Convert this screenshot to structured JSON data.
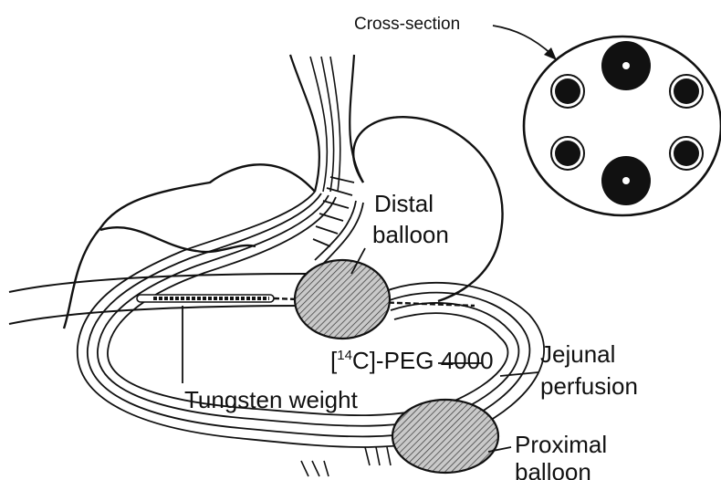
{
  "labels": {
    "cross_section": "Cross-section",
    "distal_line1": "Distal",
    "distal_line2": "balloon",
    "peg_bracket_open": "[",
    "peg_superscript": "14",
    "peg_rest": "C]-PEG 4000",
    "jejunal_line1": "Jejunal",
    "jejunal_line2": "perfusion",
    "tungsten": "Tungsten weight",
    "proximal_line1": "Proximal",
    "proximal_line2": "balloon"
  },
  "colors": {
    "ink": "#111111",
    "background": "#ffffff",
    "balloon_fill": "#9a9a9a"
  }
}
